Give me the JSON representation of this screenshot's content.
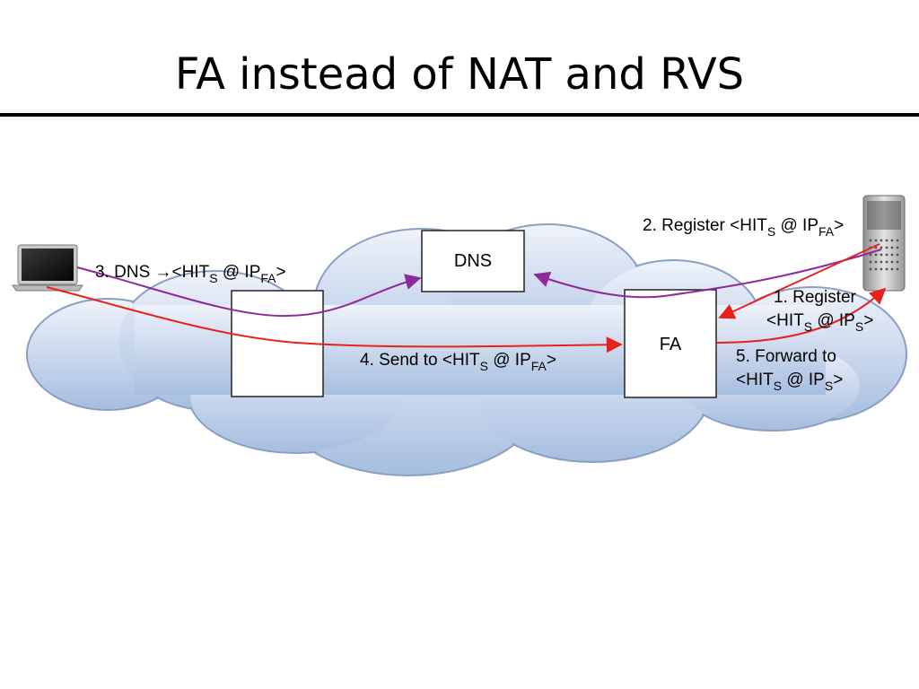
{
  "title": "FA instead of NAT and RVS",
  "nodes": {
    "dns": "DNS",
    "fa": "FA"
  },
  "steps": {
    "s1": {
      "line1": "1. Register",
      "pre": "<HIT",
      "sub1": "S",
      "mid": " @ IP",
      "sub2": "S",
      "post": ">"
    },
    "s2": {
      "pre": "2. Register <HIT",
      "sub1": "S",
      "mid": " @ IP",
      "sub2": "FA",
      "post": ">"
    },
    "s3": {
      "pre": "3. DNS →<HIT",
      "sub1": "S",
      "mid": " @ IP",
      "sub2": "FA",
      "post": ">"
    },
    "s4": {
      "pre": "4. Send to <HIT",
      "sub1": "S",
      "mid": " @ IP",
      "sub2": "FA",
      "post": ">"
    },
    "s5": {
      "line1": "5. Forward to",
      "pre": "<HIT",
      "sub1": "S",
      "mid": " @ IP",
      "sub2": "S",
      "post": ">"
    }
  },
  "colors": {
    "cloud_top": "#eef2fa",
    "cloud_bottom": "#a7bee0",
    "cloud_stroke": "#8aa0c2",
    "red_arrow": "#e8221b",
    "purple_arrow": "#8e2a9b"
  },
  "icons": {
    "client": "laptop-icon",
    "server": "server-tower-icon"
  }
}
